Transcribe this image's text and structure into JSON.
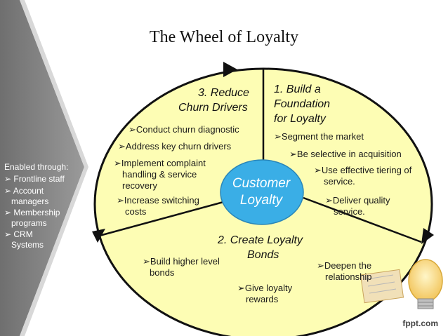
{
  "title": "The Wheel of Loyalty",
  "center": {
    "line1": "Customer",
    "line2": "Loyalty"
  },
  "segments": {
    "build_foundation": {
      "heading1": "1. Build a",
      "heading2": "Foundation",
      "heading3": "for Loyalty",
      "items": [
        "➢Segment the market",
        "➢Be selective in acquisition",
        "➢Use effective tiering of",
        "service.",
        "➢Deliver quality",
        "service."
      ]
    },
    "create_bonds": {
      "heading1": "2. Create Loyalty",
      "heading2": "Bonds",
      "items": [
        "➢Build higher level",
        "bonds",
        "➢Give loyalty",
        "rewards",
        "➢Deepen the",
        "relationship"
      ]
    },
    "reduce_churn": {
      "heading1": "3. Reduce",
      "heading2": "Churn Drivers",
      "items": [
        "➢Conduct churn diagnostic",
        "➢Address key churn drivers",
        "➢Implement complaint",
        "handling & service",
        "recovery",
        "➢Increase switching",
        "costs"
      ]
    }
  },
  "sidebar": {
    "heading": "Enabled through:",
    "items": [
      "➢ Frontline staff",
      "➢ Account",
      "managers",
      "➢ Membership",
      "programs",
      "➢ CRM",
      "Systems"
    ]
  },
  "footer": {
    "brand": "fppt.com"
  },
  "colors": {
    "wheel_fill": "#fdfdb4",
    "center_fill": "#3aaee6",
    "sidebar_fill": "#8a8a8a",
    "outline": "#111111"
  }
}
